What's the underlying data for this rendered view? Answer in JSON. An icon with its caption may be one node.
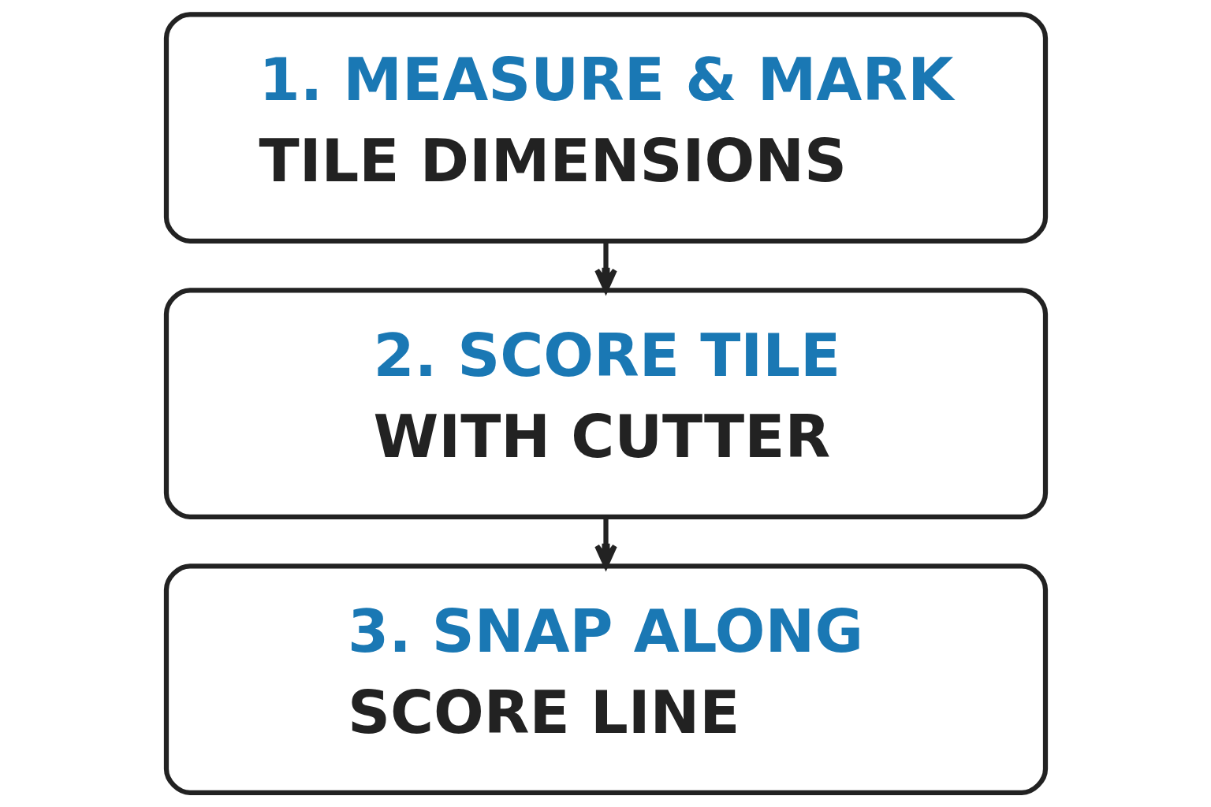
{
  "diagram": {
    "nodes": [
      {
        "text": [
          "1. MEASURE & MARK",
          "TILE DIMENSIONS"
        ]
      },
      {
        "text": [
          "2. SCORE TILE",
          "WITH CUTTER"
        ]
      },
      {
        "text": [
          "3. SNAP ALONG",
          "SCORE LINE"
        ]
      }
    ],
    "edges": [
      {
        "from": 0,
        "to": 1,
        "arrow": "to"
      },
      {
        "from": 1,
        "to": 2,
        "arrow": "to"
      }
    ]
  }
}
